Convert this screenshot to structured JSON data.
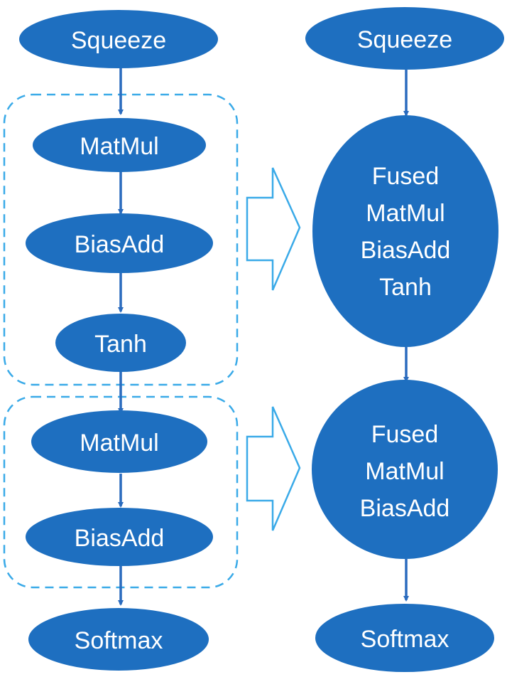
{
  "colors": {
    "node_fill": "#1E6FC0",
    "arrow": "#2A6BBE",
    "group_border": "#3AAAE8",
    "transform_arrow": "#3AAAE8",
    "text": "#FFFFFF"
  },
  "left": {
    "squeeze": "Squeeze",
    "group1": {
      "matmul": "MatMul",
      "biasadd": "BiasAdd",
      "tanh": "Tanh"
    },
    "group2": {
      "matmul": "MatMul",
      "biasadd": "BiasAdd"
    },
    "softmax": "Softmax"
  },
  "right": {
    "squeeze": "Squeeze",
    "fused1": [
      "Fused",
      "MatMul",
      "BiasAdd",
      "Tanh"
    ],
    "fused2": [
      "Fused",
      "MatMul",
      "BiasAdd"
    ],
    "softmax": "Softmax"
  }
}
